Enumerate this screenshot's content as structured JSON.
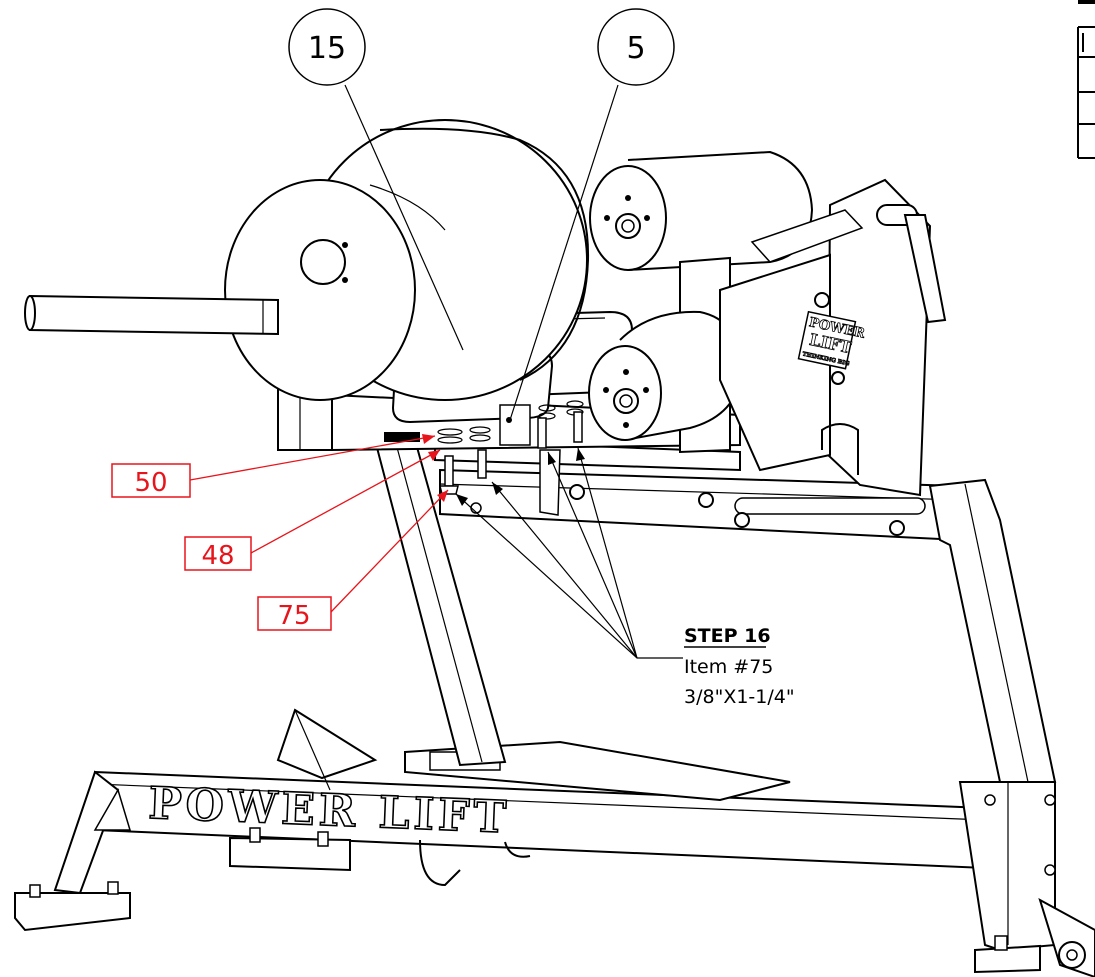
{
  "balloons": [
    {
      "id": "balloon-15",
      "label": "15"
    },
    {
      "id": "balloon-5",
      "label": "5"
    }
  ],
  "part_labels": [
    {
      "id": "part-label-50",
      "label": "50"
    },
    {
      "id": "part-label-48",
      "label": "48"
    },
    {
      "id": "part-label-75",
      "label": "75"
    }
  ],
  "step": {
    "title": "STEP 16",
    "item": "Item #75",
    "size": "3/8\"X1-1/4\""
  },
  "brand": {
    "base_text": "POWER LIFT",
    "plate_line1": "POWER",
    "plate_line2": "LIFT",
    "plate_line3": "THINKING BIG"
  },
  "colors": {
    "callout_red": "#e8141b",
    "line": "#000000",
    "shade": "#d9d9d9"
  }
}
